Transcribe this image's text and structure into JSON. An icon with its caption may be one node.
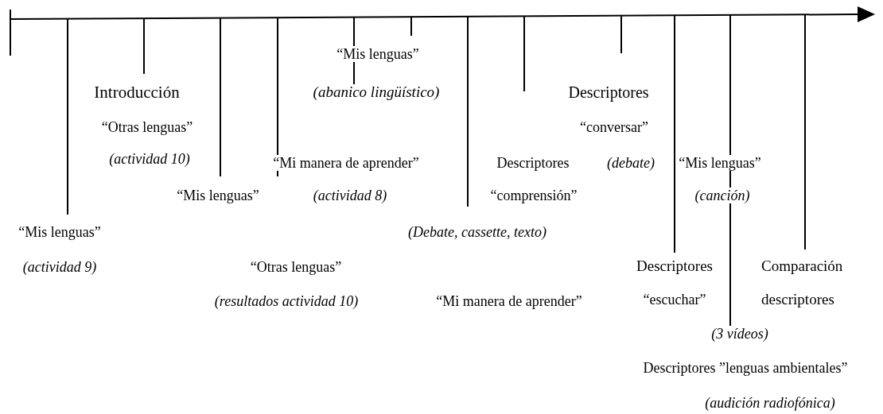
{
  "diagram": {
    "labels": [
      "“Mis lenguas”",
      "Introducción",
      "(abanico lingüístico)",
      "Descriptores",
      "“Otras lenguas”",
      "“conversar”",
      "(actividad 10)",
      "“Mi manera de aprender”",
      "Descriptores",
      "(debate)",
      "“Mis lenguas”",
      "“Mis lenguas”",
      "(actividad 8)",
      "“comprensión”",
      "(canción)",
      "“Mis lenguas”",
      "(Debate, cassette, texto)",
      "(actividad 9)",
      "“Otras lenguas”",
      "Descriptores",
      "Comparación descriptores",
      "(resultados actividad 10)",
      "“Mi manera de aprender”",
      "“escuchar”",
      "(3 vídeos)",
      "Descriptores ”lenguas ambientales”",
      "(audición radiofónica)"
    ]
  }
}
